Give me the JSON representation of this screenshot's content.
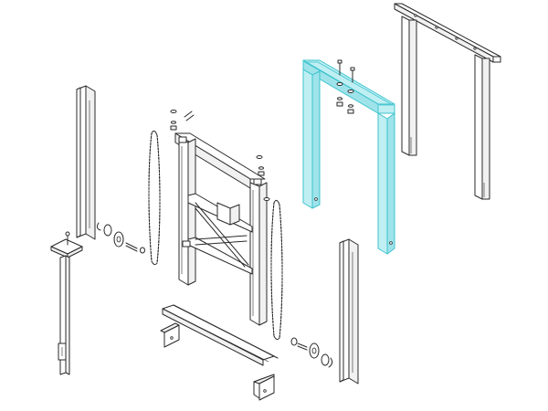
{
  "diagram": {
    "type": "exploded-assembly-drawing",
    "highlight_color": "#bfeff3",
    "highlight_stroke": "#3ec3cd",
    "line_color": "#2a2a2a",
    "parts": [
      {
        "id": "top-crossbar-frame",
        "highlighted": false
      },
      {
        "id": "highlighted-u-frame",
        "highlighted": true
      },
      {
        "id": "main-center-frame",
        "highlighted": false
      },
      {
        "id": "left-upright-channel",
        "highlighted": false
      },
      {
        "id": "left-post-with-bracket",
        "highlighted": false
      },
      {
        "id": "left-chain",
        "highlighted": false
      },
      {
        "id": "right-chain",
        "highlighted": false
      },
      {
        "id": "right-upright-channel",
        "highlighted": false
      },
      {
        "id": "bottom-channel-base",
        "highlighted": false
      },
      {
        "id": "angle-bracket-left",
        "highlighted": false
      },
      {
        "id": "angle-bracket-right",
        "highlighted": false
      },
      {
        "id": "sprocket-left",
        "highlighted": false
      },
      {
        "id": "sprocket-right",
        "highlighted": false
      },
      {
        "id": "bolt-set",
        "highlighted": false
      }
    ]
  }
}
